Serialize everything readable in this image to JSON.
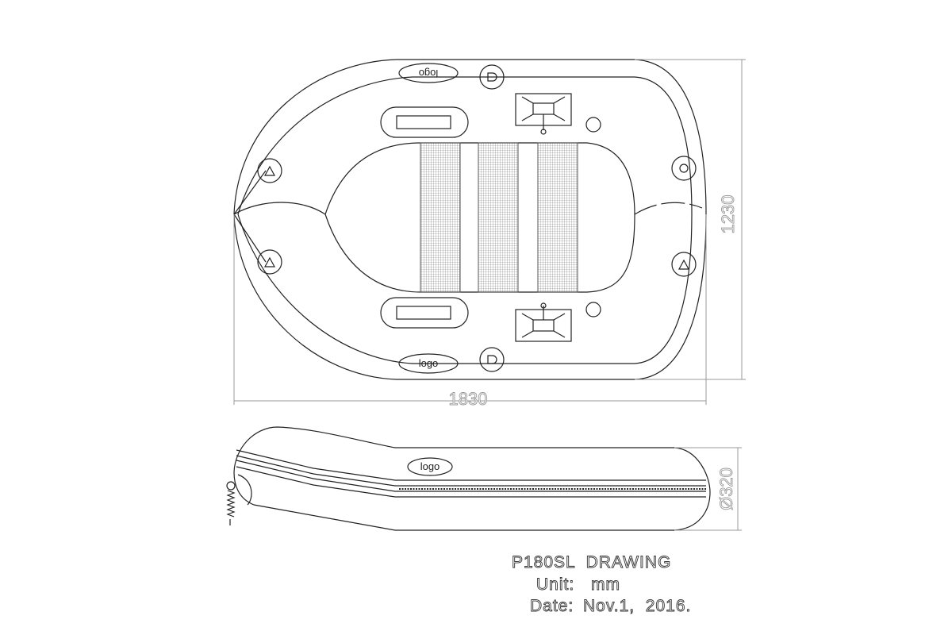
{
  "drawing": {
    "logo_label": "logo",
    "dimensions": {
      "length": "1830",
      "width": "1230",
      "tube_diameter": "Ø320"
    },
    "title_block": {
      "title": "P180SL  DRAWING",
      "unit_label": "Unit:",
      "unit_value": "mm",
      "date_label": "Date:",
      "date_value": "Nov.1,  2016."
    }
  }
}
